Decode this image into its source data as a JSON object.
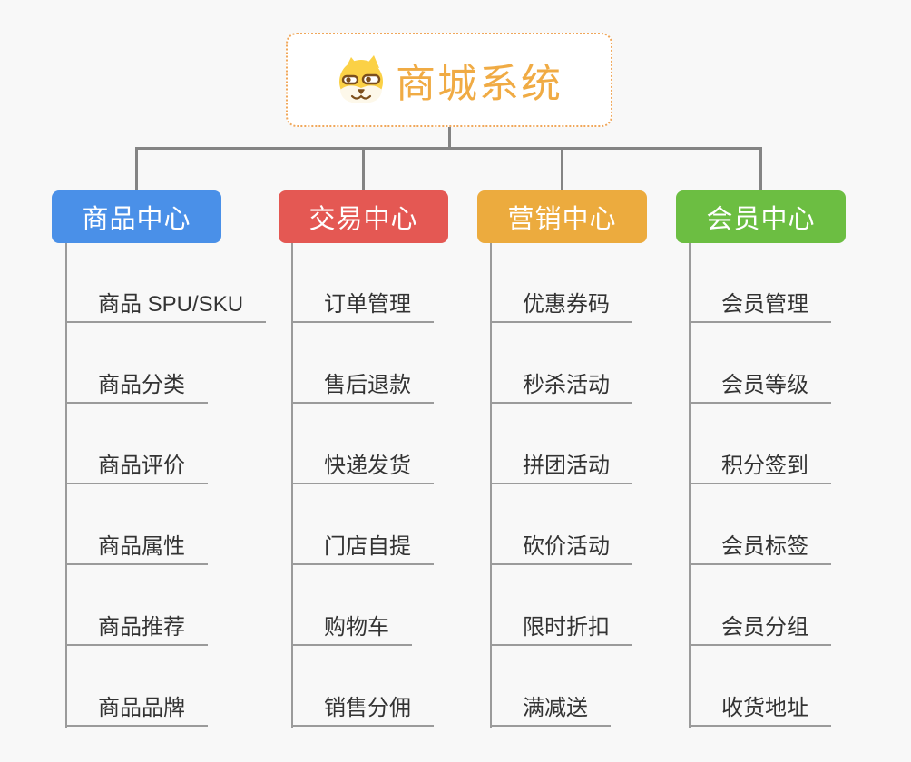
{
  "root": {
    "label": "商城系统",
    "icon": "dog-face-icon",
    "text_color": "#f0ab44",
    "border_color": "#f0a75a"
  },
  "connector_color": "#848484",
  "line_color": "#9b9b9b",
  "branches": [
    {
      "label": "商品中心",
      "color": "#4a90e8",
      "items": [
        "商品 SPU/SKU",
        "商品分类",
        "商品评价",
        "商品属性",
        "商品推荐",
        "商品品牌"
      ]
    },
    {
      "label": "交易中心",
      "color": "#e45853",
      "items": [
        "订单管理",
        "售后退款",
        "快递发货",
        "门店自提",
        "购物车",
        "销售分佣"
      ]
    },
    {
      "label": "营销中心",
      "color": "#ecab3e",
      "items": [
        "优惠券码",
        "秒杀活动",
        "拼团活动",
        "砍价活动",
        "限时折扣",
        "满减送"
      ]
    },
    {
      "label": "会员中心",
      "color": "#6cbe42",
      "items": [
        "会员管理",
        "会员等级",
        "积分签到",
        "会员标签",
        "会员分组",
        "收货地址"
      ]
    }
  ]
}
